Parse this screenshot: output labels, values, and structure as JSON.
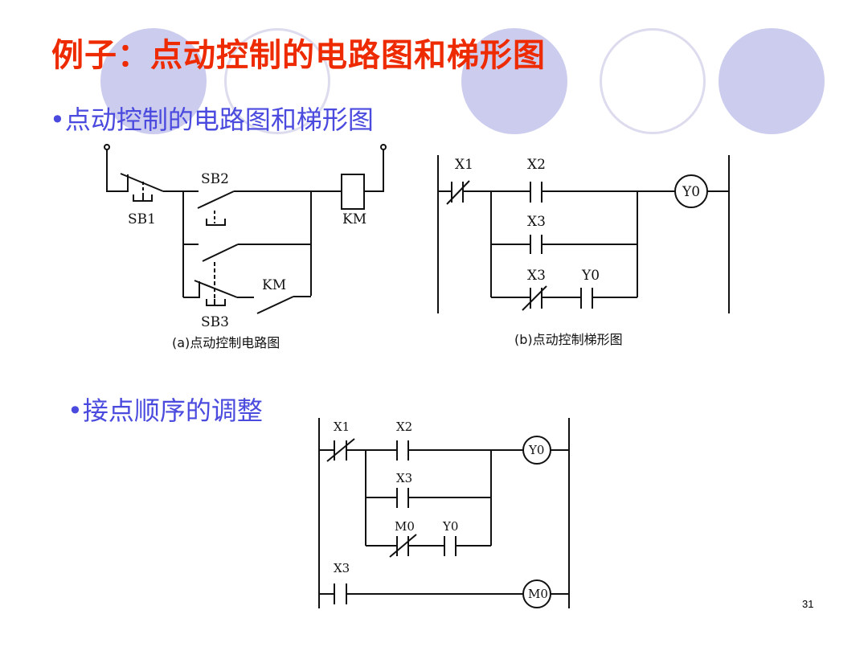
{
  "title": "例子：点动控制的电路图和梯形图",
  "bullets": [
    "•点动控制的电路图和梯形图",
    "•接点顺序的调整"
  ],
  "circuit_a": {
    "labels": {
      "sb1": "SB1",
      "sb2": "SB2",
      "sb3": "SB3",
      "km_coil": "KM",
      "km_contact": "KM"
    },
    "caption": "(a)点动控制电路图"
  },
  "ladder_b": {
    "labels": {
      "x1": "X1",
      "x2": "X2",
      "x3a": "X3",
      "x3b": "X3",
      "y0c": "Y0",
      "y0coil": "Y0"
    },
    "caption": "(b)点动控制梯形图"
  },
  "ladder_c": {
    "labels": {
      "x1": "X1",
      "x2": "X2",
      "x3": "X3",
      "m0": "M0",
      "y0c": "Y0",
      "y0coil": "Y0",
      "x3b": "X3",
      "m0coil": "M0"
    }
  },
  "page_number": "31",
  "colors": {
    "title": "#ee2a00",
    "bullet": "#4a4adf",
    "decor": "#ccccee"
  }
}
